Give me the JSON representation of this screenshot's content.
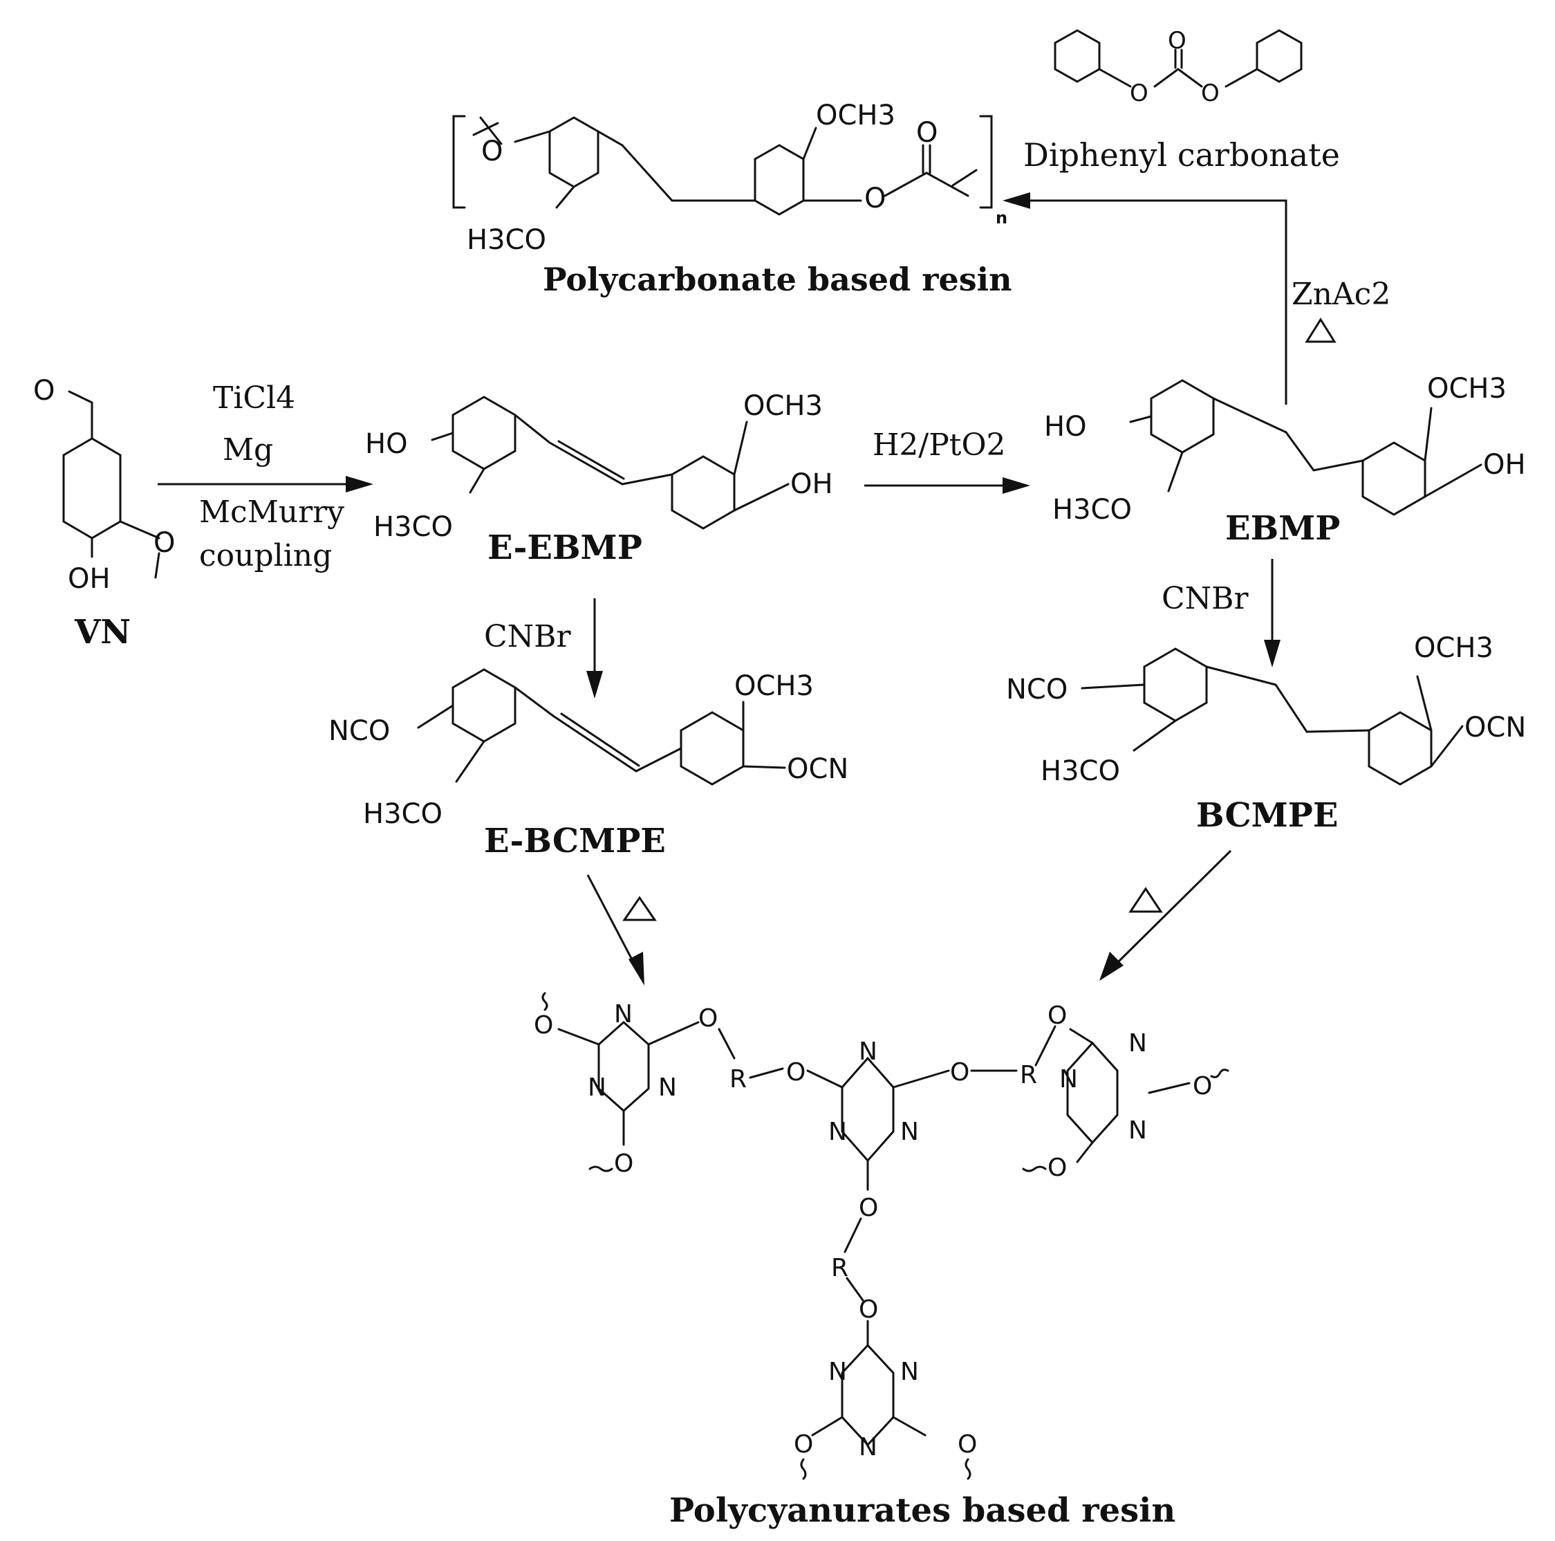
{
  "compounds": {
    "vn": "VN",
    "e_ebmp": "E-EBMP",
    "ebmp": "EBMP",
    "e_bcmpe": "E-BCMPE",
    "bcmpe": "BCMPE",
    "polycarbonate": "Polycarbonate based resin",
    "polycyanurate": "Polycyanurates based resin",
    "diphenyl_carbonate": "Diphenyl carbonate"
  },
  "reagents": {
    "ticl4": "TiCl4",
    "mg": "Mg",
    "mcmurry": "McMurry",
    "coupling": "coupling",
    "hydrogenation": "H2/PtO2",
    "cnbr_left": "CNBr",
    "cnbr_right": "CNBr",
    "znac2": "ZnAc2",
    "heat_symbol": "△"
  },
  "atoms": {
    "oh": "OH",
    "ho": "HO",
    "o": "O",
    "och3": "OCH3",
    "h3co": "H3CO",
    "oc_n": "OCN",
    "nco": "NCO",
    "n": "N",
    "r": "R",
    "subscript_n": "n"
  }
}
